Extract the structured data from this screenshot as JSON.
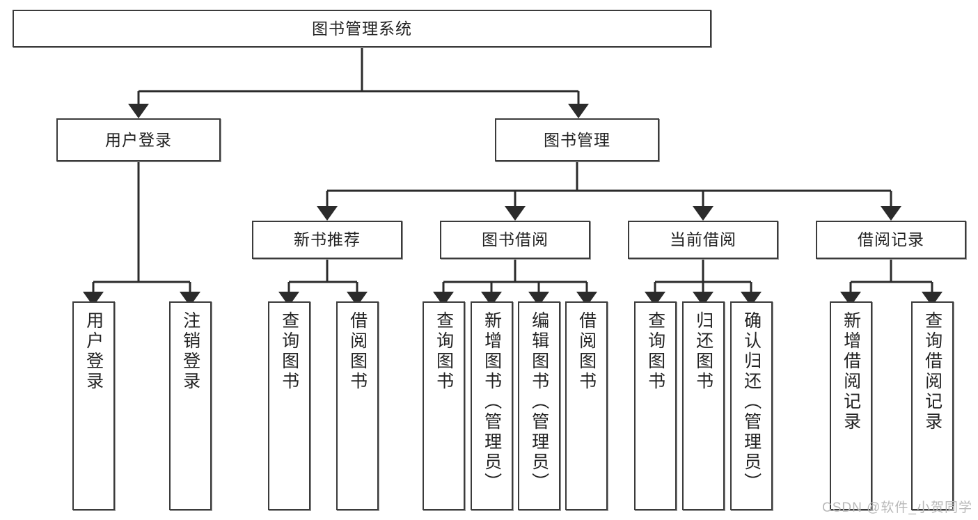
{
  "diagram": {
    "type": "tree-hierarchy",
    "title": "图书管理系统",
    "watermark": "CSDN @软件_小贺同学",
    "colors": {
      "box_border": "#3b3b3b",
      "box_fill": "#ffffff",
      "edge": "#2b2b2b",
      "text": "#222222",
      "watermark": "#b9b9b9"
    },
    "levels": {
      "root": {
        "label": "图书管理系统"
      },
      "level2": [
        {
          "id": "user-login",
          "label": "用户登录"
        },
        {
          "id": "book-manage",
          "label": "图书管理"
        }
      ],
      "level3": [
        {
          "id": "new-book-rec",
          "label": "新书推荐",
          "parent": "book-manage"
        },
        {
          "id": "book-borrow",
          "label": "图书借阅",
          "parent": "book-manage"
        },
        {
          "id": "current-borrow",
          "label": "当前借阅",
          "parent": "book-manage"
        },
        {
          "id": "borrow-record",
          "label": "借阅记录",
          "parent": "book-manage"
        }
      ],
      "leaves": [
        {
          "id": "leaf-user-login",
          "label": "用户登录",
          "parent": "user-login"
        },
        {
          "id": "leaf-user-logout",
          "label": "注销登录",
          "parent": "user-login"
        },
        {
          "id": "leaf-query-book-1",
          "label": "查询图书",
          "parent": "new-book-rec"
        },
        {
          "id": "leaf-borrow-book-1",
          "label": "借阅图书",
          "parent": "new-book-rec"
        },
        {
          "id": "leaf-query-book-2",
          "label": "查询图书",
          "parent": "book-borrow"
        },
        {
          "id": "leaf-add-book",
          "label": "新增图书（管理员）",
          "parent": "book-borrow"
        },
        {
          "id": "leaf-edit-book",
          "label": "编辑图书（管理员）",
          "parent": "book-borrow"
        },
        {
          "id": "leaf-borrow-book-2",
          "label": "借阅图书",
          "parent": "book-borrow"
        },
        {
          "id": "leaf-query-book-3",
          "label": "查询图书",
          "parent": "current-borrow"
        },
        {
          "id": "leaf-return-book",
          "label": "归还图书",
          "parent": "current-borrow"
        },
        {
          "id": "leaf-confirm-return",
          "label": "确认归还（管理员）",
          "parent": "current-borrow"
        },
        {
          "id": "leaf-add-record",
          "label": "新增借阅记录",
          "parent": "borrow-record"
        },
        {
          "id": "leaf-query-record",
          "label": "查询借阅记录",
          "parent": "borrow-record"
        }
      ]
    }
  }
}
